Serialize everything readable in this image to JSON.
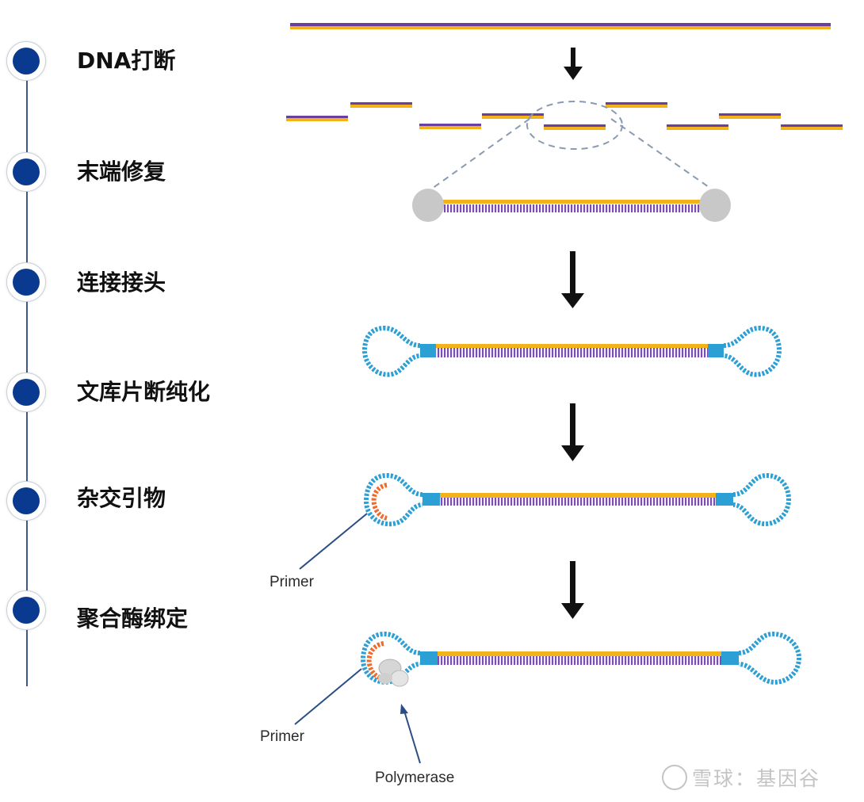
{
  "steps": [
    {
      "label": "DNA打断"
    },
    {
      "label": "末端修复"
    },
    {
      "label": "连接接头"
    },
    {
      "label": "文库片断纯化"
    },
    {
      "label": "杂交引物"
    },
    {
      "label": "聚合酶绑定"
    }
  ],
  "annotations": {
    "primer_1": "Primer",
    "primer_2": "Primer",
    "polymerase": "Polymerase"
  },
  "watermark": "雪球：基因谷",
  "colors": {
    "timeline": "#3e5a86",
    "step_dot": "#0a3a8f",
    "strand_yellow": "#f2b21a",
    "strand_purple": "#6a3fa0",
    "adapter_blue": "#2c9fd4",
    "primer_orange": "#f06a2a",
    "end_cap_gray": "#c8c8c8",
    "arrow": "#111111"
  },
  "icons": [
    "down-arrow-icon",
    "dna-fragment-icon",
    "end-cap-icon",
    "hairpin-adapter-icon",
    "polymerase-icon"
  ]
}
